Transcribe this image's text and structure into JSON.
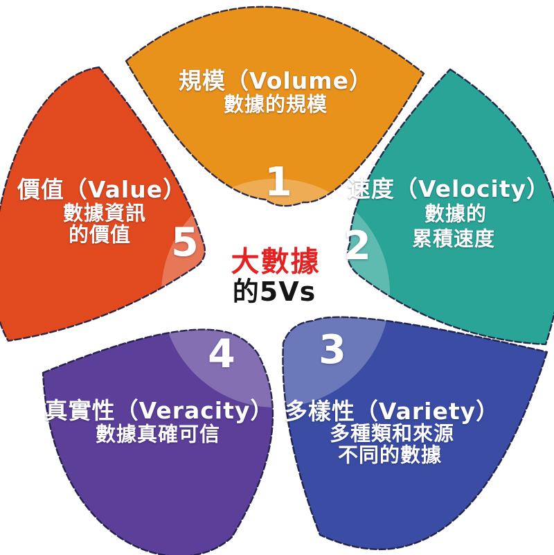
{
  "diagram": {
    "title_line1": "大數據",
    "title_line2": "的5Vs",
    "accent_red": "#e32222",
    "text_black": "#151515",
    "background": "#ffffff",
    "outline_color": "#15153a"
  },
  "petals": [
    {
      "number": "1",
      "title": "規模（Volume）",
      "subtitle_lines": [
        "數據的規模"
      ],
      "english": "Volume",
      "color": "#e8921c",
      "position": "top"
    },
    {
      "number": "2",
      "title": "速度（Velocity）",
      "subtitle_lines": [
        "數據的",
        "累積速度"
      ],
      "english": "Velocity",
      "color": "#2aa496",
      "position": "right"
    },
    {
      "number": "3",
      "title": "多樣性（Variety）",
      "subtitle_lines": [
        "多種類和來源",
        "不同的數據"
      ],
      "english": "Variety",
      "color": "#3a4ca3",
      "position": "bottom-right"
    },
    {
      "number": "4",
      "title": "真實性（Veracity）",
      "subtitle_lines": [
        "數據真確可信"
      ],
      "english": "Veracity",
      "color": "#5b3f99",
      "position": "bottom-left"
    },
    {
      "number": "5",
      "title": "價值（Value）",
      "subtitle_lines": [
        "數據資訊",
        "的價值"
      ],
      "english": "Value",
      "color": "#e14a1f",
      "position": "left"
    }
  ]
}
